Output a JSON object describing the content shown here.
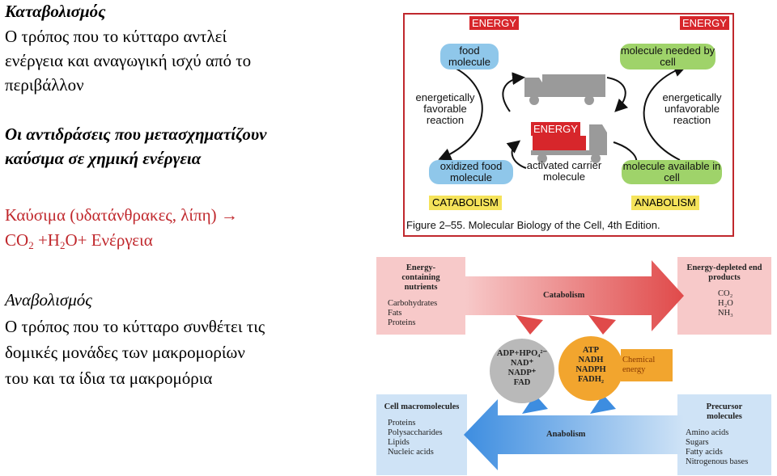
{
  "left_text": {
    "catabolism_title": "Καταβολισμός",
    "catabolism_def": [
      "Ο τρόπος που το κύτταρο αντλεί",
      "ενέργεια και αναγωγική ισχύ από το",
      "περιβάλλον"
    ],
    "catabolism_sub": [
      "Οι αντιδράσεις που μετασχηματίζουν",
      "καύσιμα σε χημική ενέργεια"
    ],
    "fuel_line": "Καύσιμα (υδατάνθρακες, λίπη) ",
    "arrow_glyph": "→",
    "eq": {
      "co": "CO",
      "co_sub": "2",
      "h": " +H",
      "h_sub": "2",
      "rest": "O+ Ενέργεια"
    },
    "anabolism_title": "Αναβολισμός",
    "anabolism_def": [
      "Ο τρόπος που το κύτταρο συνθέτει τις",
      "δομικές μονάδες των μακρομορίων",
      "του και τα ίδια τα μακρομόρια"
    ]
  },
  "figure1": {
    "energy_label": "ENERGY",
    "food_molecule": "food molecule",
    "molecule_needed": "molecule needed by cell",
    "favorable": "energetically favorable reaction",
    "unfavorable": "energetically unfavorable reaction",
    "oxidized": "oxidized food molecule",
    "carrier": "activated carrier molecule",
    "available": "molecule available in cell",
    "catabolism": "CATABOLISM",
    "anabolism": "ANABOLISM",
    "caption": "Figure 2–55. Molecular Biology of the Cell, 4th Edition.",
    "colors": {
      "energy": "#d7262b",
      "blue_pill": "#8fc7ea",
      "green_pill": "#9fd36a",
      "yellow": "#f5e35a",
      "truck": "#9a9a9a"
    }
  },
  "figure2": {
    "energy_containing": "Energy-containing nutrients",
    "nutrients": [
      "Carbohydrates",
      "Fats",
      "Proteins"
    ],
    "catabolism": "Catabolism",
    "energy_depleted": "Energy-depleted end products",
    "products": [
      "CO₂",
      "H₂O",
      "NH₃"
    ],
    "gray_circle": [
      "ADP+HPO₄²⁻",
      "NAD⁺",
      "NADP⁺",
      "FAD"
    ],
    "orange_circle": [
      "ATP",
      "NADH",
      "NADPH",
      "FADH₂"
    ],
    "chemical_energy": "Chemical energy",
    "cell_macro": "Cell macromolecules",
    "macros": [
      "Proteins",
      "Polysaccharides",
      "Lipids",
      "Nucleic acids"
    ],
    "anabolism": "Anabolism",
    "precursor": "Precursor molecules",
    "precursors": [
      "Amino acids",
      "Sugars",
      "Fatty acids",
      "Nitrogenous bases"
    ],
    "colors": {
      "red_arrow": "#e04a4a",
      "blue_arrow": "#3d8de0",
      "gray": "#b9b9b9",
      "orange": "#f2a52e",
      "pink_box": "#f7c9c9",
      "blue_box": "#cfe3f6"
    }
  }
}
